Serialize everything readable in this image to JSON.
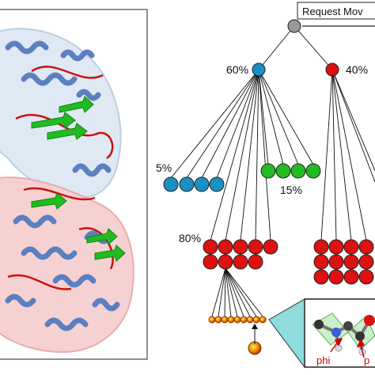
{
  "header": {
    "request_label": "Request Mov"
  },
  "tree": {
    "branch_blue_pct": "60%",
    "branch_red_pct": "40%",
    "leaf_blue_pct": "5%",
    "leaf_green_pct": "15%",
    "red_group_pct": "80%"
  },
  "inset": {
    "angle_label_1": "phi",
    "angle_label_2": "p"
  },
  "colors": {
    "blue_node": "#1a8fc4",
    "green_node": "#22bb22",
    "red_node": "#dd1111",
    "grey_node": "#999999",
    "orange_node": "#ee8800",
    "inset_bg": "#8fdcdc"
  },
  "protein_image": {
    "icon": "protein-ribbon-structure-image"
  }
}
